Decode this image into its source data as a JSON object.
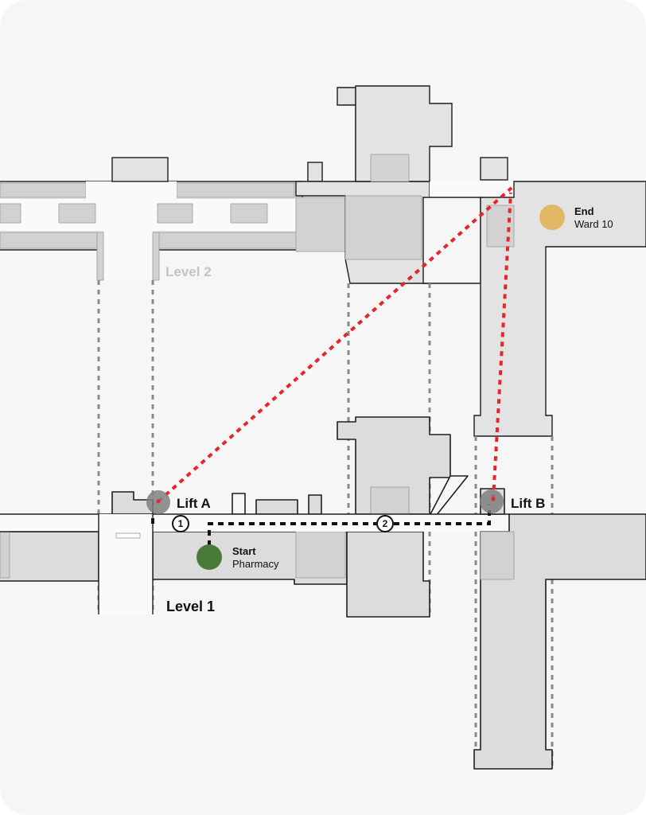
{
  "levels": {
    "upper": "Level 2",
    "lower": "Level 1"
  },
  "lifts": [
    {
      "id": "lift-a",
      "label": "Lift A"
    },
    {
      "id": "lift-b",
      "label": "Lift B"
    }
  ],
  "start": {
    "title": "Start",
    "place": "Pharmacy",
    "color": "#4a7a3a"
  },
  "end": {
    "title": "End",
    "place": "Ward 10",
    "color": "#e1b866"
  },
  "steps": [
    "1",
    "2"
  ],
  "colors": {
    "building_fill": "#dcdcdc",
    "outline": "#1e1e1e",
    "lift_marker": "#7f7f7f",
    "route_same_level": "#111111",
    "route_between_levels": "#e8242a",
    "projection_lines": "#8a8a8a"
  }
}
